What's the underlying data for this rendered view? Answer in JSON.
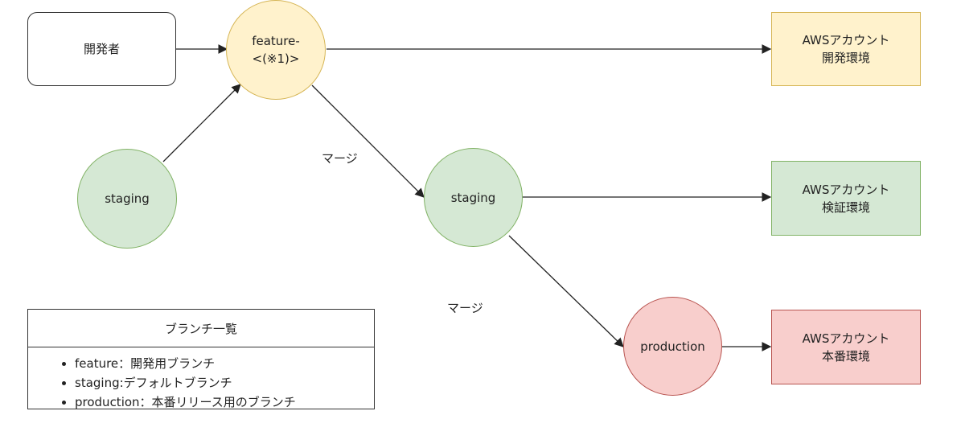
{
  "colors": {
    "yellow_fill": "#fff2cc",
    "yellow_stroke": "#d6b656",
    "green_fill": "#d5e8d4",
    "green_stroke": "#82b366",
    "red_fill": "#f8cecc",
    "red_stroke": "#b85450",
    "line": "#222222"
  },
  "nodes": {
    "developer": "開発者",
    "feature": {
      "line1": "feature-",
      "line2": "<(※1)>"
    },
    "staging_source": "staging",
    "staging": "staging",
    "production": "production",
    "aws_dev": {
      "line1": "AWSアカウント",
      "line2": "開発環境"
    },
    "aws_verify": {
      "line1": "AWSアカウント",
      "line2": "検証環境"
    },
    "aws_prod": {
      "line1": "AWSアカウント",
      "line2": "本番環境"
    }
  },
  "edge_labels": {
    "merge1": "マージ",
    "merge2": "マージ"
  },
  "legend": {
    "title": "ブランチ一覧",
    "items": [
      "feature：開発用ブランチ",
      "staging:デフォルトブランチ",
      "production：本番リリース用のブランチ"
    ]
  }
}
